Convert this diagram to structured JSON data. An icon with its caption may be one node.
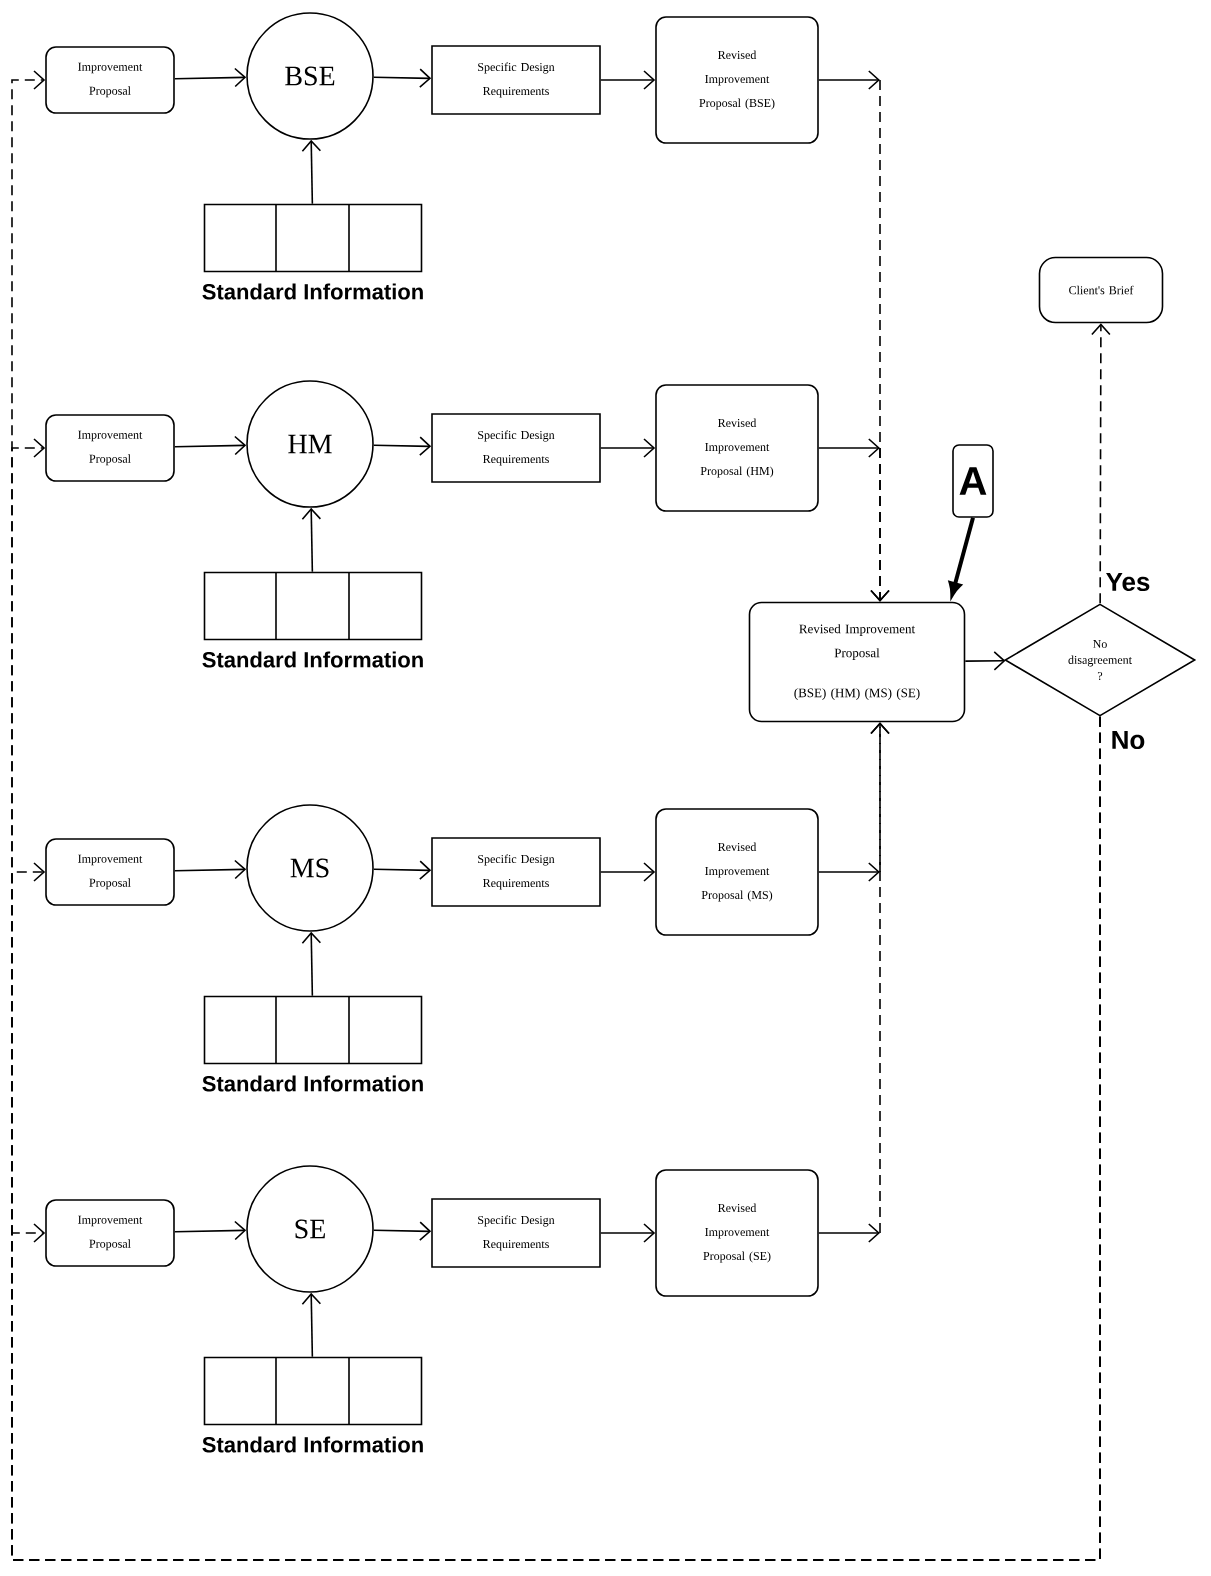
{
  "diagram": {
    "nodes": [
      {
        "text": [
          "Improvement Proposal"
        ]
      },
      {
        "text": [
          "BSE"
        ]
      },
      {
        "text": [
          "Specific Design Requirements"
        ]
      },
      {
        "text": [
          "Revised Improvement Proposal (BSE)"
        ]
      },
      {
        "text": [
          "Standard Information"
        ]
      },
      {
        "text": [
          "Improvement Proposal"
        ]
      },
      {
        "text": [
          "HM"
        ]
      },
      {
        "text": [
          "Specific Design Requirements"
        ]
      },
      {
        "text": [
          "Revised Improvement Proposal (HM)"
        ]
      },
      {
        "text": [
          "Standard Information"
        ]
      },
      {
        "text": [
          "Improvement Proposal"
        ]
      },
      {
        "text": [
          "MS"
        ]
      },
      {
        "text": [
          "Specific Design Requirements"
        ]
      },
      {
        "text": [
          "Revised Improvement Proposal (MS)"
        ]
      },
      {
        "text": [
          "Standard Information"
        ]
      },
      {
        "text": [
          "Improvement Proposal"
        ]
      },
      {
        "text": [
          "SE"
        ]
      },
      {
        "text": [
          "Specific Design Requirements"
        ]
      },
      {
        "text": [
          "Revised Improvement Proposal (SE)"
        ]
      },
      {
        "text": [
          "Standard Information"
        ]
      },
      {
        "text": [
          "Revised Improvement Proposal",
          "(BSE) (HM) (MS) (SE)"
        ]
      },
      {
        "text": [
          "A"
        ]
      },
      {
        "text": [
          "No disagreement ?"
        ]
      },
      {
        "text": [
          "Client's Brief"
        ]
      }
    ],
    "edges": [
      {
        "from": 0,
        "to": 1,
        "arrow": "to"
      },
      {
        "from": 4,
        "to": 1,
        "arrow": "to"
      },
      {
        "from": 1,
        "to": 2,
        "arrow": "to"
      },
      {
        "from": 2,
        "to": 3,
        "arrow": "to"
      },
      {
        "from": 3,
        "to": 20,
        "arrow": "to",
        "style": "dashed"
      },
      {
        "from": 5,
        "to": 6,
        "arrow": "to"
      },
      {
        "from": 9,
        "to": 6,
        "arrow": "to"
      },
      {
        "from": 6,
        "to": 7,
        "arrow": "to"
      },
      {
        "from": 7,
        "to": 8,
        "arrow": "to"
      },
      {
        "from": 8,
        "to": 20,
        "arrow": "to",
        "style": "dashed"
      },
      {
        "from": 10,
        "to": 11,
        "arrow": "to"
      },
      {
        "from": 14,
        "to": 11,
        "arrow": "to"
      },
      {
        "from": 11,
        "to": 12,
        "arrow": "to"
      },
      {
        "from": 12,
        "to": 13,
        "arrow": "to"
      },
      {
        "from": 13,
        "to": 20,
        "arrow": "to",
        "style": "dashed"
      },
      {
        "from": 15,
        "to": 16,
        "arrow": "to"
      },
      {
        "from": 19,
        "to": 16,
        "arrow": "to"
      },
      {
        "from": 16,
        "to": 17,
        "arrow": "to"
      },
      {
        "from": 17,
        "to": 18,
        "arrow": "to"
      },
      {
        "from": 18,
        "to": 20,
        "arrow": "to",
        "style": "dashed"
      },
      {
        "from": 21,
        "to": 20,
        "arrow": "to",
        "style": "thick"
      },
      {
        "from": 20,
        "to": 22,
        "arrow": "to"
      },
      {
        "from": 22,
        "to": 23,
        "arrow": "to",
        "style": "dashed",
        "label": "Yes"
      },
      {
        "from": 22,
        "to": 0,
        "arrow": "to",
        "style": "dashed",
        "label": "No"
      },
      {
        "from": 22,
        "to": 5,
        "arrow": "to",
        "style": "dashed"
      },
      {
        "from": 22,
        "to": 10,
        "arrow": "to",
        "style": "dashed"
      },
      {
        "from": 22,
        "to": 15,
        "arrow": "to",
        "style": "dashed"
      }
    ]
  }
}
